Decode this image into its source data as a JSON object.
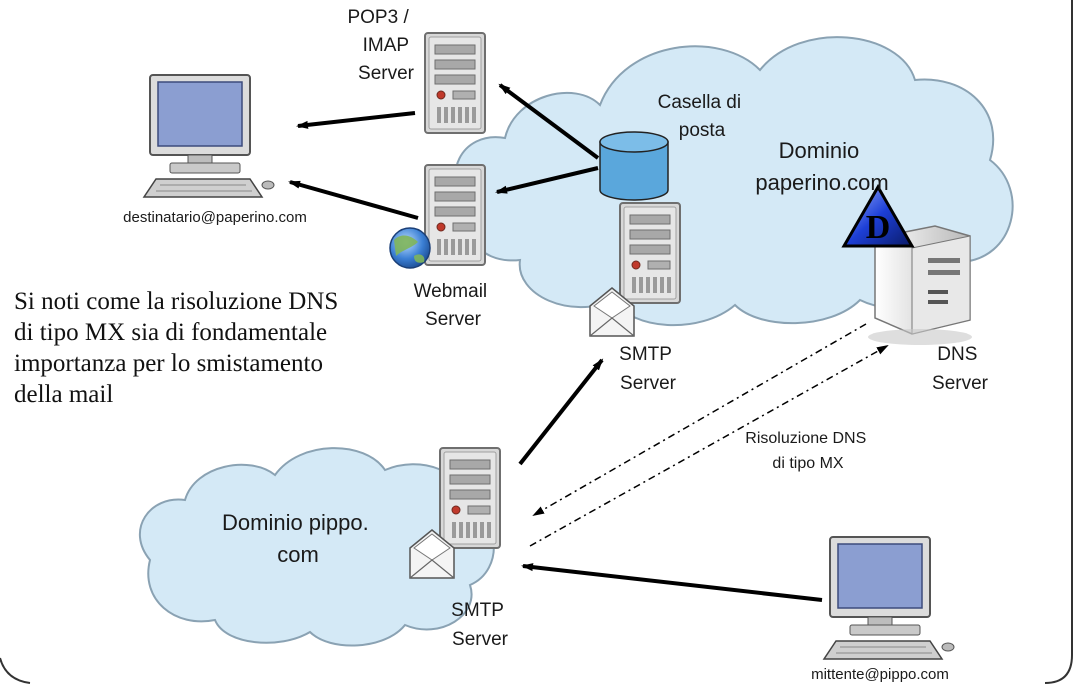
{
  "clouds": {
    "paperino": [
      "Dominio",
      "paperino.com"
    ],
    "pippo": [
      "Dominio pippo.",
      "com"
    ]
  },
  "servers": {
    "pop3_imap": [
      "POP3 /",
      "IMAP",
      "Server"
    ],
    "webmail": [
      "Webmail",
      "Server"
    ],
    "smtp_paperino": [
      "SMTP",
      "Server"
    ],
    "smtp_pippo": [
      "SMTP",
      "Server"
    ],
    "dns": [
      "DNS",
      "Server"
    ]
  },
  "mailbox_label": [
    "Casella di",
    "posta"
  ],
  "computers": {
    "recipient": "destinatario@paperino.com",
    "sender": "mittente@pippo.com"
  },
  "dns_resolution_label": [
    "Risoluzione DNS",
    "di tipo MX"
  ],
  "dns_logo_letter": "D",
  "note": [
    "Si noti come la risoluzione DNS",
    "di tipo MX sia di fondamentale",
    "importanza per lo smistamento",
    "della mail"
  ],
  "colors": {
    "cloud_fill": "#d4e9f6",
    "cloud_stroke": "#8aa2b3",
    "mailbox_fill": "#5aa7dc",
    "monitor_screen": "#8b9ed1",
    "server_body": "#d7d7d7"
  }
}
